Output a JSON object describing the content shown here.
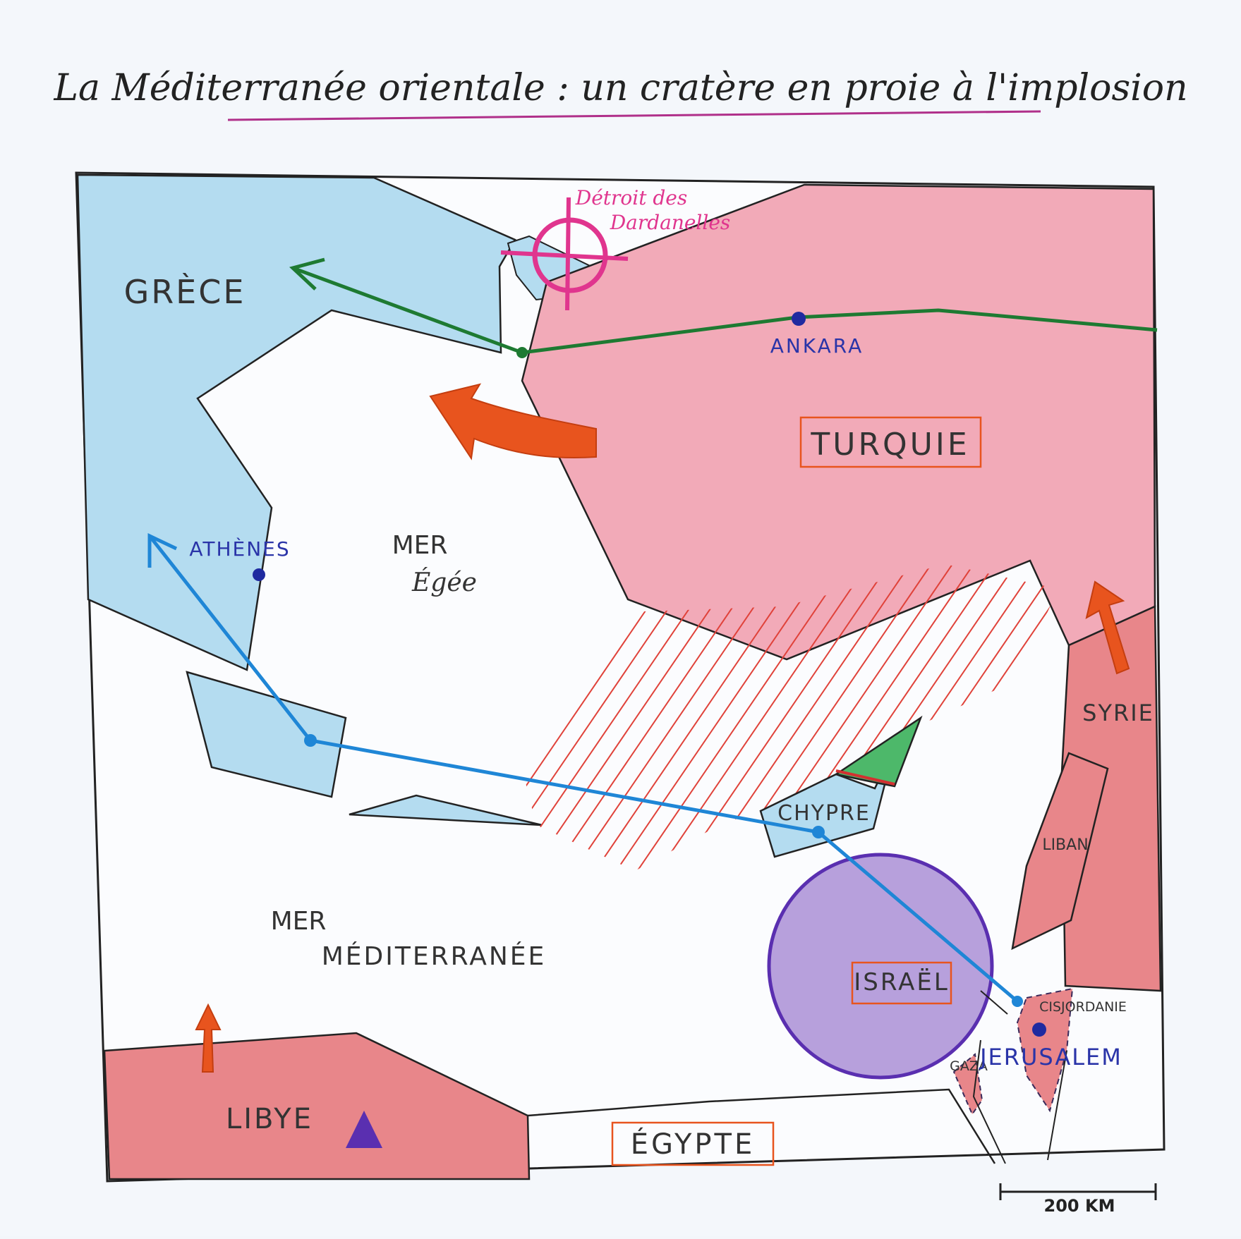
{
  "map": {
    "title": "La Méditerranée orientale : un cratère en proie à l'implosion",
    "countries": {
      "grece": "GRÈCE",
      "turquie": "TURQUIE",
      "syrie": "SYRIE",
      "liban": "LIBAN",
      "israel": "ISRAËL",
      "cisjordanie": "CISJORDANIE",
      "gaza": "GAZA",
      "egypte": "ÉGYPTE",
      "libye": "LIBYE",
      "chypre": "CHYPRE"
    },
    "cities": {
      "ankara": "ANKARA",
      "athenes": "ATHÈNES",
      "jerusalem": "JERUSALEM"
    },
    "seas": {
      "egee_line1": "MER",
      "egee_line2": "Égée",
      "med_line1": "MER",
      "med_line2": "MÉDITERRANÉE"
    },
    "straits": {
      "dardanelles_line1": "Détroit des",
      "dardanelles_line2": "Dardanelles"
    },
    "scale": {
      "label": "200 KM"
    },
    "colors": {
      "greece_fill": "#b4dcf0",
      "turkey_fill": "#f2aab8",
      "red_country_fill": "#e8868a",
      "cyprus_north_fill": "#4db86a",
      "israel_circle_fill": "#b7a0dc",
      "israel_circle_stroke": "#5a2fb0",
      "green_route": "#1e7a32",
      "blue_route": "#1f86d6",
      "orange_arrow": "#e8541e",
      "magenta_target": "#e0358e",
      "hatch_red": "#e0423a",
      "city_dot": "#1f2aa0",
      "title_underline": "#b0308a",
      "label_box": "#e8541e"
    }
  }
}
